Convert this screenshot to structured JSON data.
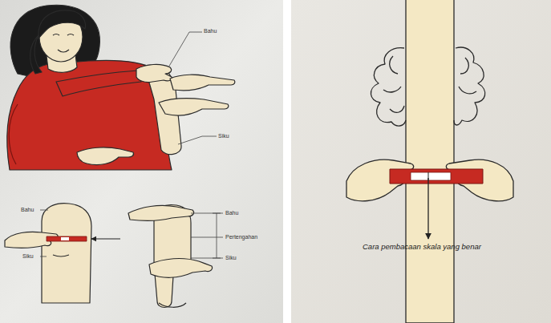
{
  "diagram": {
    "caption": "Cara pembacaan skala yang benar",
    "labels": [
      "Bahu",
      "Siku",
      "Bahu",
      "Siku",
      "Bahu",
      "Pertengahan",
      "Siku"
    ]
  }
}
